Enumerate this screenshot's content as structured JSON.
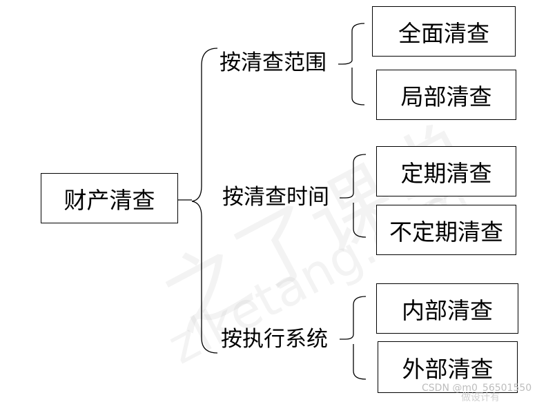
{
  "root": "财产清查",
  "categories": [
    {
      "label": "按清查范围",
      "items": [
        "全面清查",
        "局部清查"
      ]
    },
    {
      "label": "按清查时间",
      "items": [
        "定期清查",
        "不定期清查"
      ]
    },
    {
      "label": "按执行系统",
      "items": [
        "内部清查",
        "外部清查"
      ]
    }
  ],
  "watermark": {
    "logo_text": "之了课堂",
    "site_text": "zlketang.com",
    "footer": "CSDN @m0_56501550",
    "footer_cn": "做设计有"
  }
}
